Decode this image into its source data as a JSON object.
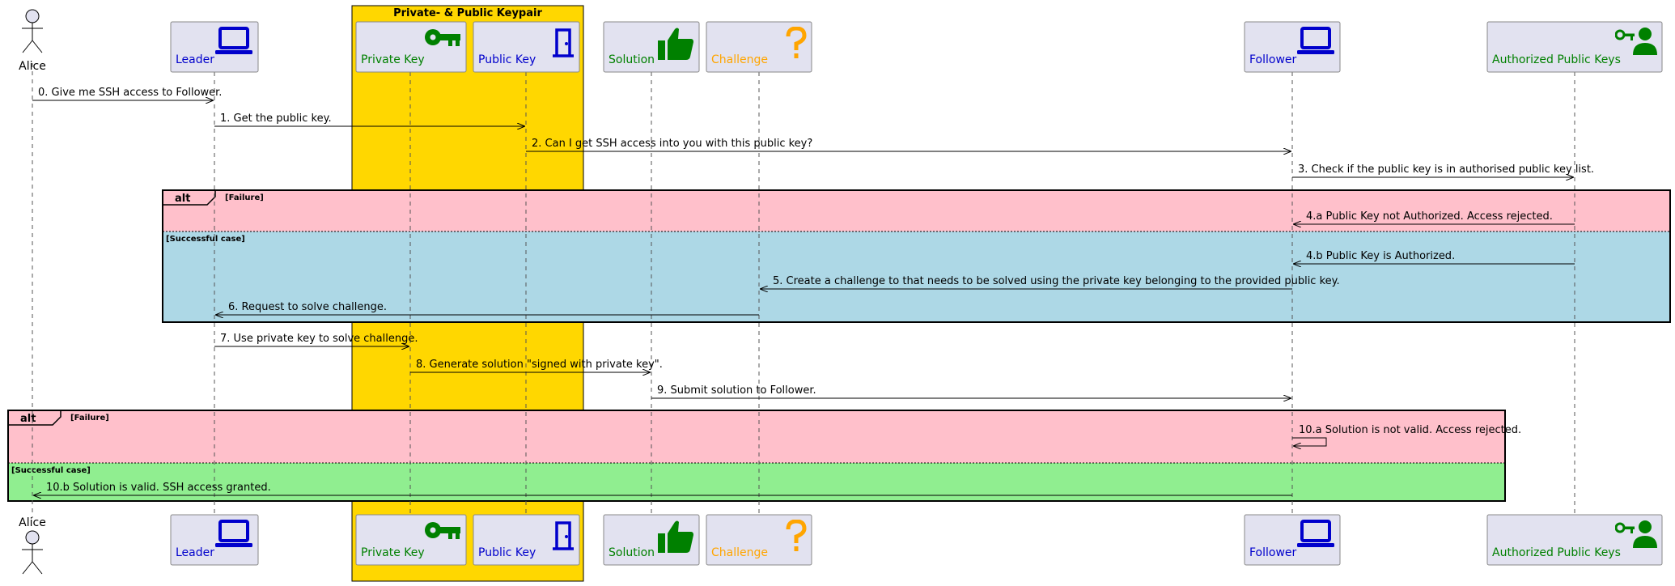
{
  "diagram": {
    "box_title": "Private- & Public Keypair",
    "participants": [
      {
        "id": "alice",
        "label": "Alice",
        "kind": "actor",
        "icon": "actor-icon"
      },
      {
        "id": "leader",
        "label": "Leader",
        "kind": "box",
        "icon": "laptop-icon",
        "color": "#0000cc"
      },
      {
        "id": "privkey",
        "label": "Private Key",
        "kind": "box",
        "icon": "key-icon",
        "color": "#008000"
      },
      {
        "id": "pubkey",
        "label": "Public Key",
        "kind": "box",
        "icon": "door-icon",
        "color": "#0000cc"
      },
      {
        "id": "solution",
        "label": "Solution",
        "kind": "box",
        "icon": "thumbs-up-icon",
        "color": "#008000"
      },
      {
        "id": "challenge",
        "label": "Challenge",
        "kind": "box",
        "icon": "question-mark-icon",
        "color": "#ffa500"
      },
      {
        "id": "follower",
        "label": "Follower",
        "kind": "box",
        "icon": "laptop-icon",
        "color": "#0000cc"
      },
      {
        "id": "authkeys",
        "label": "Authorized Public Keys",
        "kind": "box",
        "icon": "user-key-icon",
        "color": "#008000"
      }
    ],
    "messages": [
      {
        "text": "0. Give me SSH access to Follower."
      },
      {
        "text": "1. Get the public key."
      },
      {
        "text": "2. Can I get SSH access into you with this public key?"
      },
      {
        "text": "3. Check if the public key is in authorised public key list."
      },
      {
        "text": "4.a Public Key not Authorized. Access rejected."
      },
      {
        "text": "4.b Public Key is Authorized."
      },
      {
        "text": "5. Create a challenge to that needs to be solved using the private key belonging to the provided public key."
      },
      {
        "text": "6. Request to solve challenge."
      },
      {
        "text": "7. Use private key to solve challenge."
      },
      {
        "text": "8. Generate solution \"signed with private key\"."
      },
      {
        "text": "9. Submit solution to Follower."
      },
      {
        "text": "10.a Solution is not valid. Access rejected."
      },
      {
        "text": "10.b Solution is valid. SSH access granted."
      }
    ],
    "alt_blocks": [
      {
        "keyword": "alt",
        "first_guard": "[Failure]",
        "else_guard": "[Successful case]",
        "first_color": "#ffc0cb",
        "else_color": "#add8e6"
      },
      {
        "keyword": "alt",
        "first_guard": "[Failure]",
        "else_guard": "[Successful case]",
        "first_color": "#ffc0cb",
        "else_color": "#90ee90"
      }
    ],
    "colors": {
      "box_fill": "#e2e2f0",
      "keypair_box": "#ffd700"
    }
  }
}
